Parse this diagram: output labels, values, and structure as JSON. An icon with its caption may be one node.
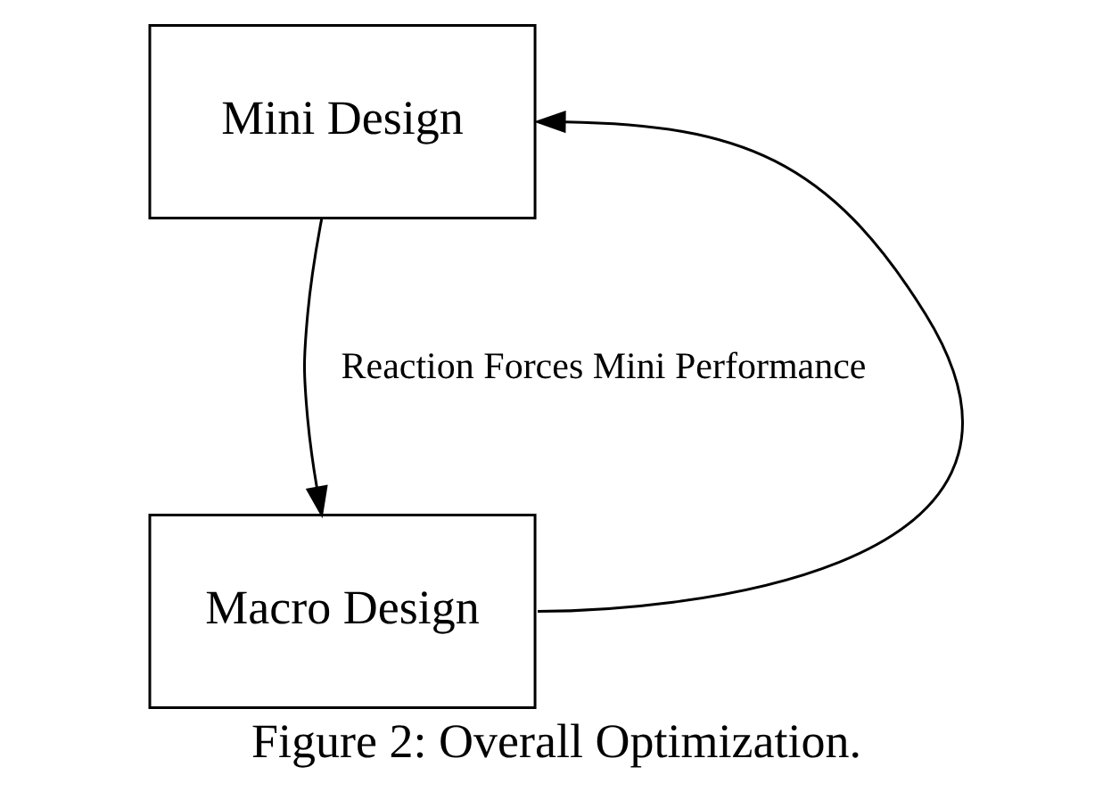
{
  "diagram": {
    "caption": "Figure 2: Overall Optimization.",
    "nodes": [
      {
        "text": [
          "Mini Design"
        ]
      },
      {
        "text": [
          "Macro Design"
        ]
      }
    ],
    "edges": [
      {
        "from": 0,
        "to": 1,
        "arrow": "to",
        "label": "Reaction Forces Mini Performance"
      },
      {
        "from": 1,
        "to": 0,
        "arrow": "to"
      }
    ]
  }
}
